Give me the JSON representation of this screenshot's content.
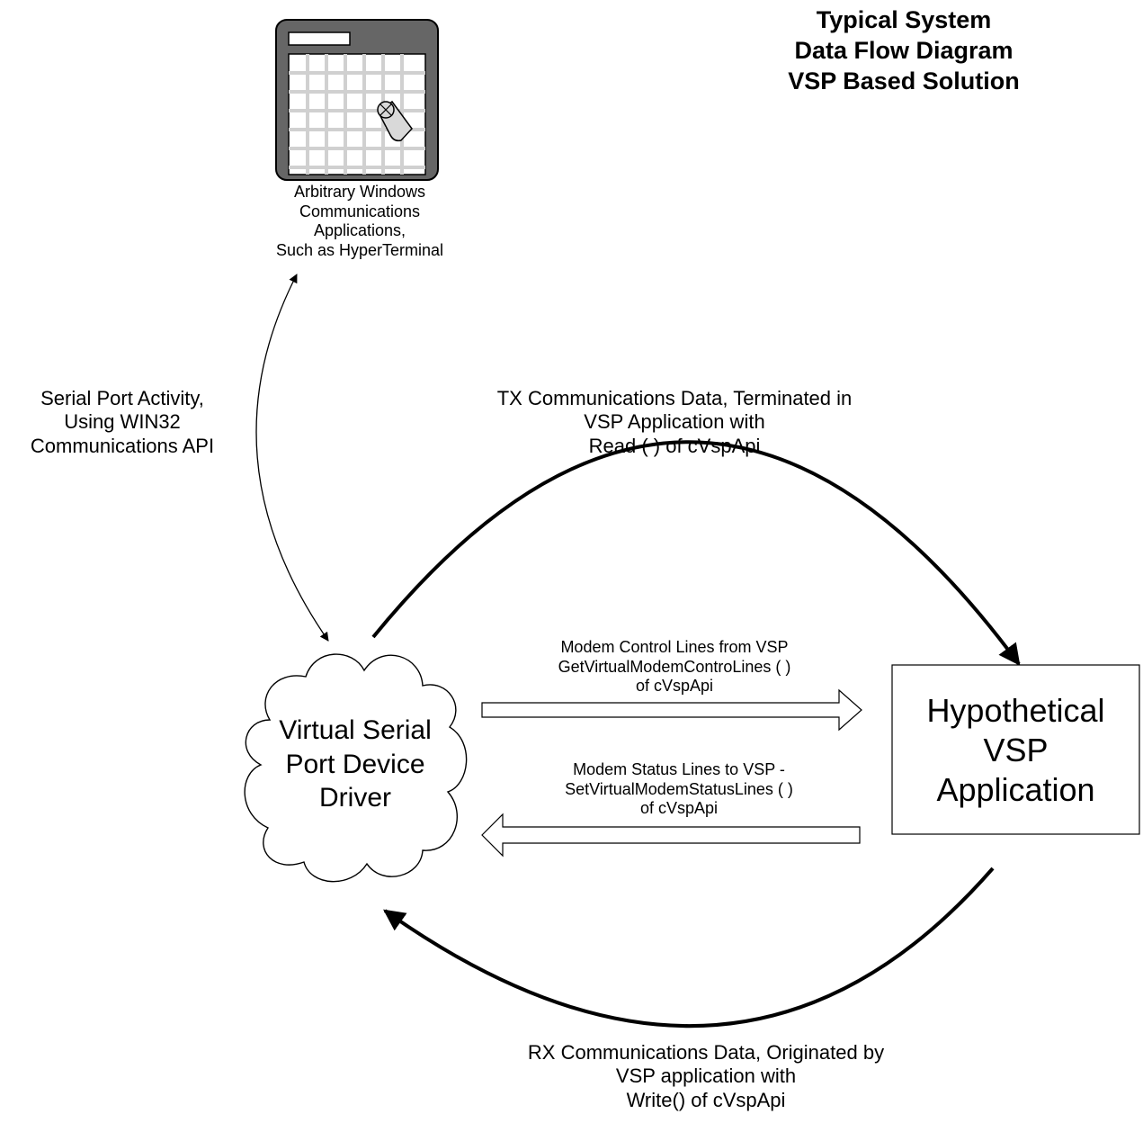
{
  "title": {
    "lines": [
      "Typical System",
      "Data Flow Diagram",
      "VSP Based Solution"
    ]
  },
  "nodes": {
    "windows_app": {
      "icon": "application-window-with-pointer-icon",
      "caption_lines": [
        "Arbitrary Windows",
        "Communications",
        "Applications,",
        "Such as HyperTerminal"
      ]
    },
    "driver": {
      "shape": "cloud",
      "label_lines": [
        "Virtual Serial",
        "Port Device",
        "Driver"
      ]
    },
    "vsp_application": {
      "shape": "rectangle",
      "label_lines": [
        "Hypothetical",
        "VSP",
        "Application"
      ]
    }
  },
  "edges": {
    "serial_port_activity": {
      "direction": "bidirectional",
      "label_lines": [
        "Serial Port Activity,",
        "Using WIN32",
        "Communications API"
      ]
    },
    "tx_data": {
      "direction": "driver-to-vsp-application",
      "label_lines": [
        "TX Communications Data, Terminated in",
        "VSP Application with",
        "Read ( ) of cVspApi"
      ]
    },
    "modem_control": {
      "direction": "driver-to-vsp-application",
      "label_lines": [
        "Modem Control Lines from VSP",
        "GetVirtualModemControLines ( )",
        "of cVspApi"
      ]
    },
    "modem_status": {
      "direction": "vsp-application-to-driver",
      "label_lines": [
        "Modem Status Lines to VSP -",
        "SetVirtualModemStatusLines ( )",
        "of cVspApi"
      ]
    },
    "rx_data": {
      "direction": "vsp-application-to-driver",
      "label_lines": [
        "RX Communications Data, Originated by",
        "VSP application with",
        "Write() of cVspApi"
      ]
    }
  },
  "colors": {
    "line": "#000000",
    "icon_frame": "#666666",
    "icon_screen": "#d9d9d9",
    "icon_grid_cell": "#ffffff",
    "background": "#ffffff"
  }
}
